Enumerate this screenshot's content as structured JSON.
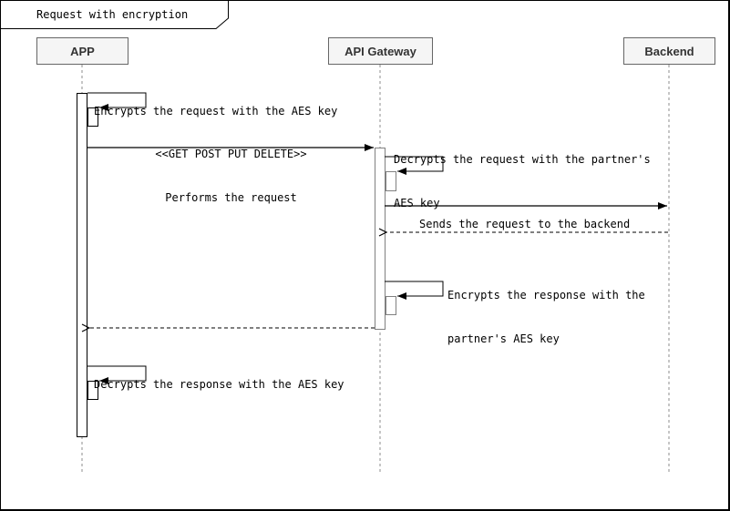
{
  "frame": {
    "title": "Request with encryption",
    "diagram_type": "uml-sequence"
  },
  "participants": [
    {
      "id": "app",
      "name": "APP"
    },
    {
      "id": "api-gateway",
      "name": "API Gateway"
    },
    {
      "id": "backend",
      "name": "Backend"
    }
  ],
  "messages": [
    {
      "from": "APP",
      "to": "APP",
      "type": "self",
      "lines": [
        "Encrypts the request with the AES key"
      ]
    },
    {
      "from": "APP",
      "to": "API Gateway",
      "type": "sync",
      "lines": [
        "<<GET POST PUT DELETE>>",
        "Performs the request"
      ]
    },
    {
      "from": "API Gateway",
      "to": "API Gateway",
      "type": "self",
      "lines": [
        "Decrypts the request with the partner's",
        "AES key"
      ]
    },
    {
      "from": "API Gateway",
      "to": "Backend",
      "type": "sync",
      "lines": [
        "Sends the request to the backend"
      ]
    },
    {
      "from": "Backend",
      "to": "API Gateway",
      "type": "return",
      "lines": []
    },
    {
      "from": "API Gateway",
      "to": "API Gateway",
      "type": "self",
      "lines": [
        "Encrypts the response with the",
        "partner's AES key"
      ]
    },
    {
      "from": "API Gateway",
      "to": "APP",
      "type": "return",
      "lines": []
    },
    {
      "from": "APP",
      "to": "APP",
      "type": "self",
      "lines": [
        "Decrypts the response with the AES key"
      ]
    }
  ],
  "colors": {
    "message_line": "#000000",
    "lifeline": "#8c8c8c",
    "participant_fill": "#f5f5f5",
    "participant_border": "#666666",
    "participant_text": "#333333",
    "activation_fill": "#ffffff",
    "activation_border_app": "#000000",
    "activation_border_gateway": "#808080",
    "frame_border": "#000000"
  }
}
